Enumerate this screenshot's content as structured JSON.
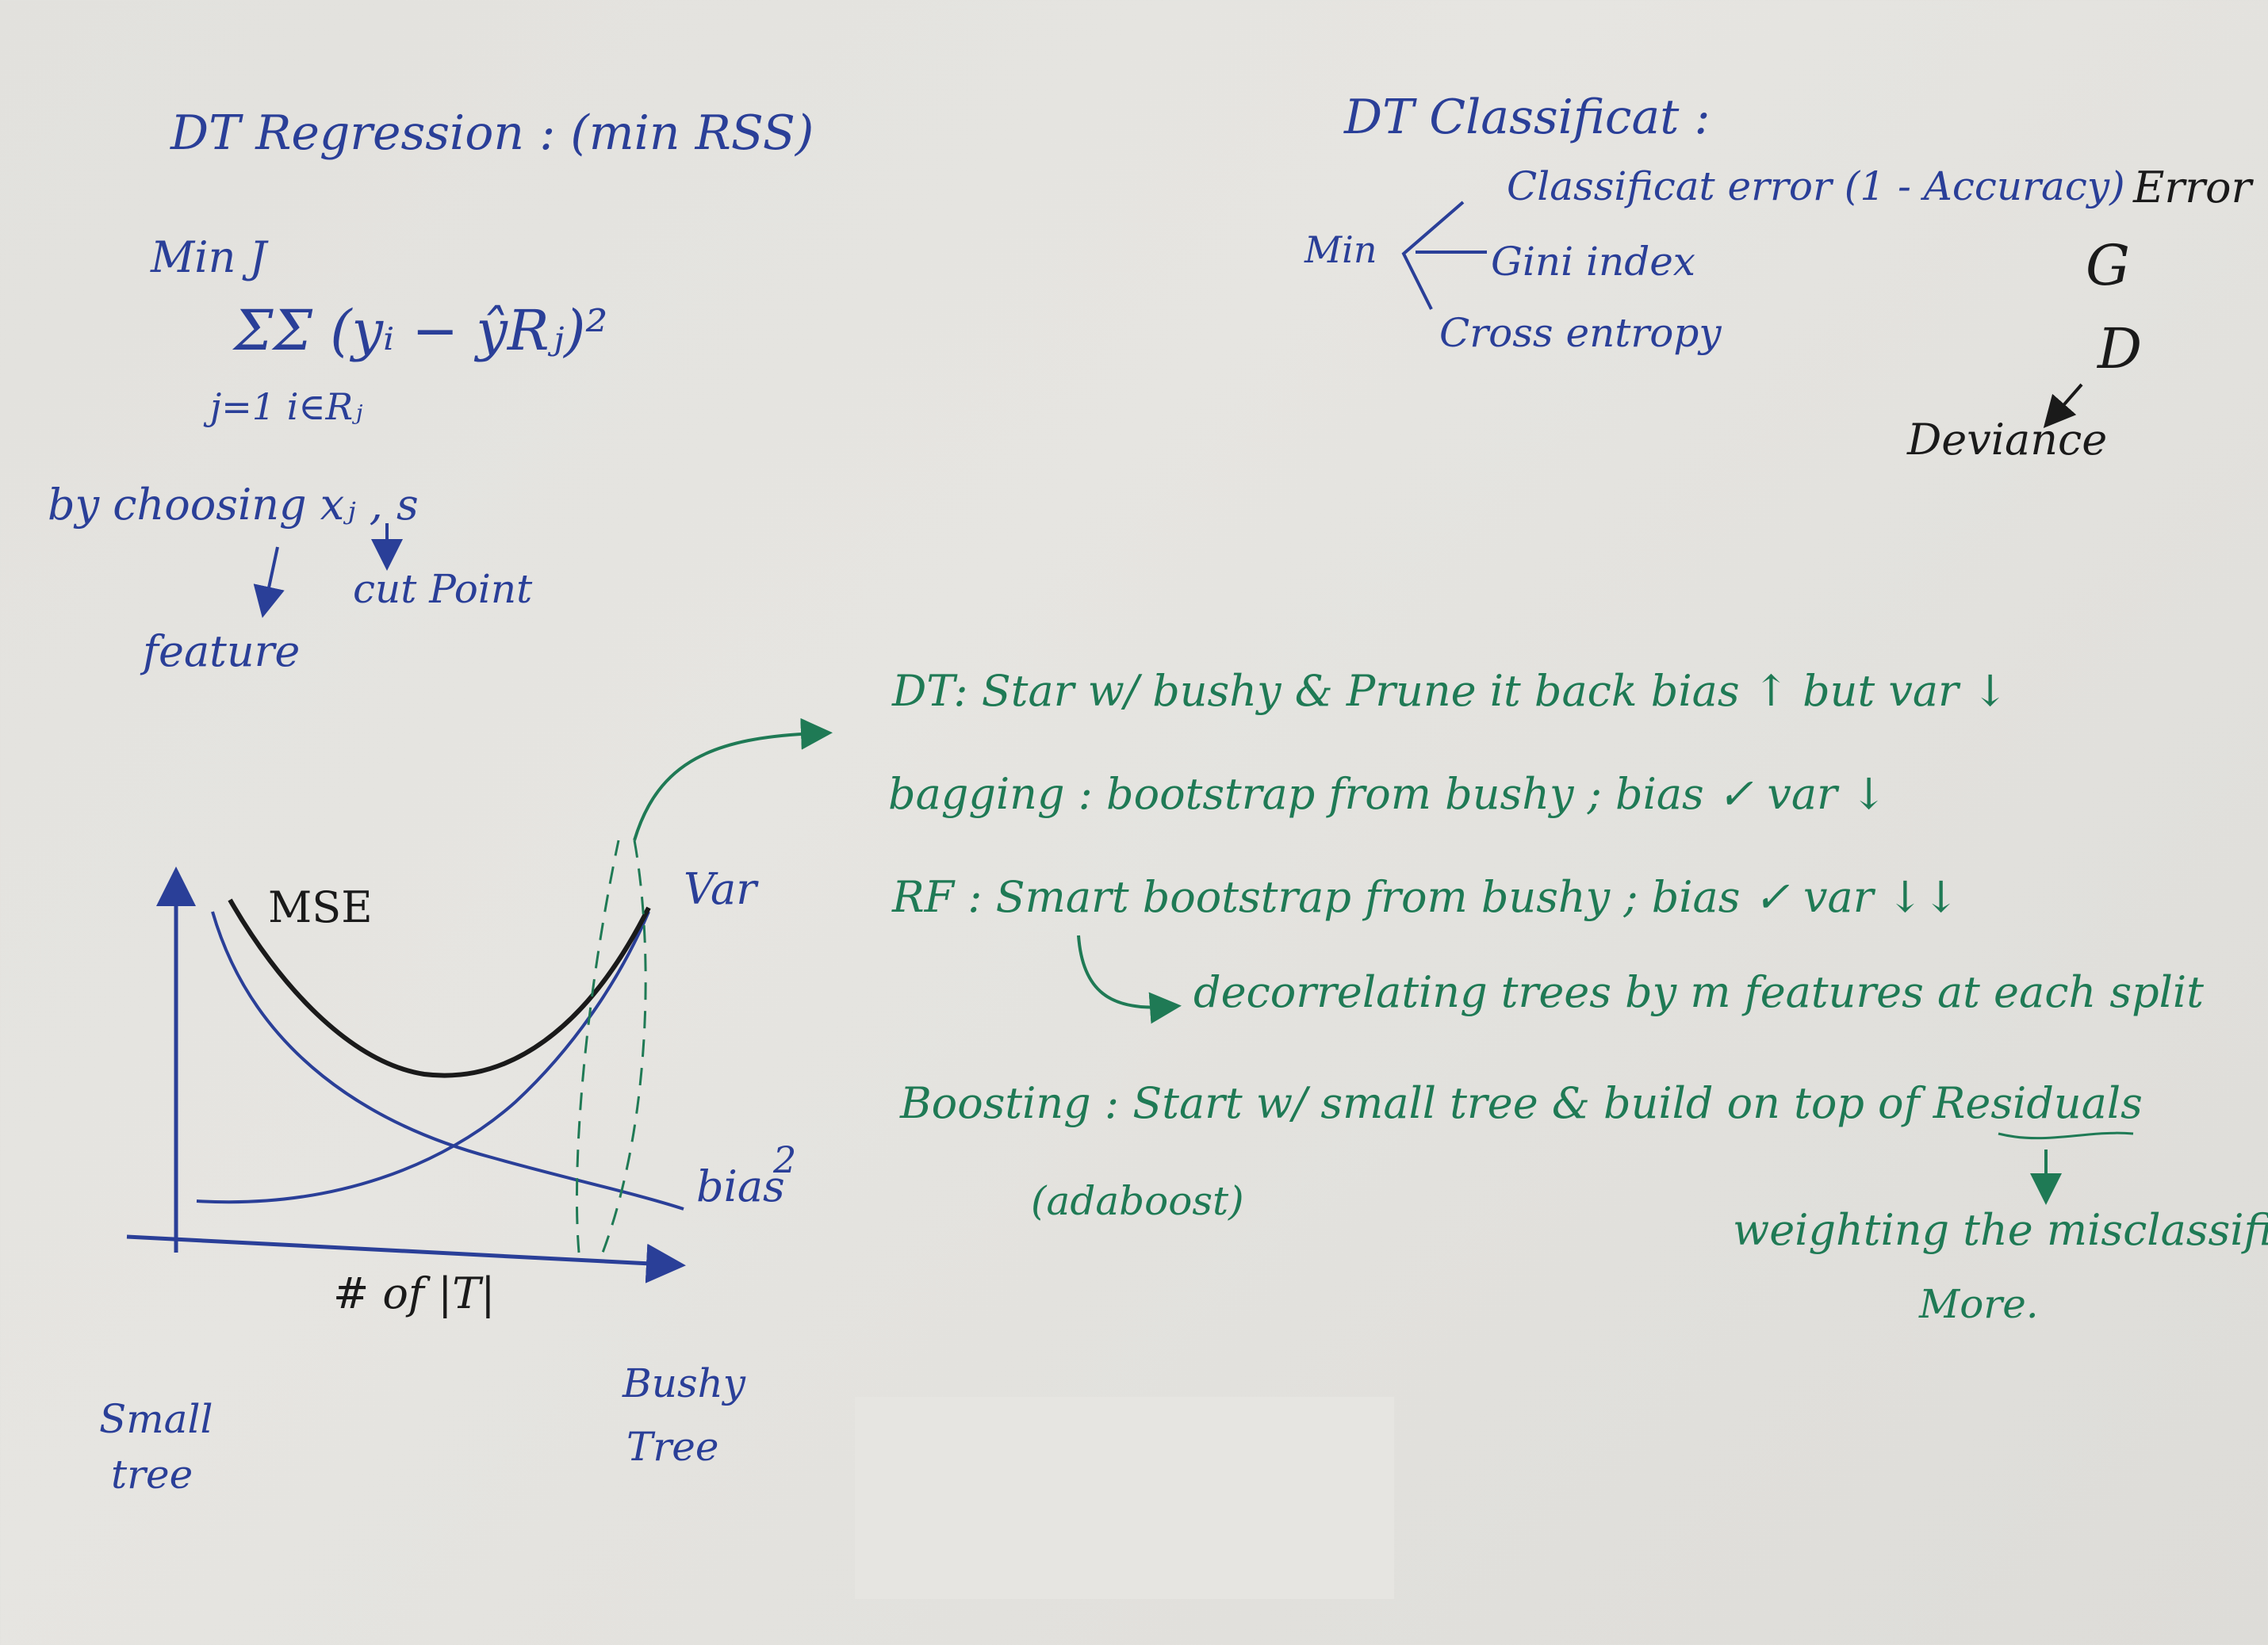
{
  "regression": {
    "title": "DT Regression : (min RSS)",
    "min_j": "Min J",
    "formula": "ΣΣ (yᵢ − ŷRⱼ)²",
    "formula_sub": "j=1   i∈Rⱼ",
    "by_choosing": "by choosing  xⱼ , s",
    "feature": "feature",
    "cut_point": "cut Point"
  },
  "classification": {
    "title": "DT  Classificat :",
    "min": "Min",
    "items": [
      "Classificat error (1 - Accuracy)",
      "Gini index",
      "Cross entropy"
    ],
    "letters": [
      "Error",
      "G",
      "D"
    ],
    "deviance": "Deviance"
  },
  "graph": {
    "mse_label": "MSE",
    "var_label": "Var",
    "bias_label": "bias",
    "bias_sup": "2",
    "x_label": "# of |T|",
    "small_tree": [
      "Small",
      "tree"
    ],
    "bushy_tree": [
      "Bushy",
      "Tree"
    ]
  },
  "notes": {
    "dt": "DT:   Star w/ bushy  & Prune it back    bias ↑  but  var ↓",
    "bagging": "bagging  :  bootstrap from bushy ; bias ✓   var ↓",
    "rf": "RF :   Smart bootstrap from bushy ; bias ✓   var ↓↓",
    "rf_sub": "decorrelating trees   by  m  features  at  each  split",
    "boosting": "Boosting :   Start w/ small tree & build on top of  Residuals",
    "adaboost": "(adaboost)",
    "weighting": "weighting the misclassified",
    "more": "More."
  },
  "colors": {
    "blue_ink": "#2a3f98",
    "green_ink": "#1f7a55",
    "black_ink": "#1a1a1a",
    "paper": "#e4e3df"
  },
  "chart_data": {
    "type": "line",
    "title": "",
    "xlabel": "# of |T|",
    "ylabel": "",
    "series": [
      {
        "name": "MSE",
        "shape": "u-curve"
      },
      {
        "name": "Var",
        "shape": "increasing"
      },
      {
        "name": "bias",
        "shape": "decreasing"
      }
    ]
  }
}
